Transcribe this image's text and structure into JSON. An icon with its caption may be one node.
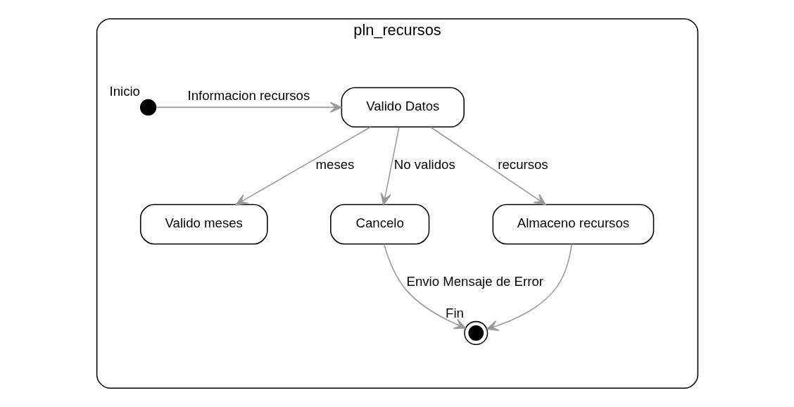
{
  "diagram": {
    "nodes": [
      {
        "text": [
          "pln_recursos"
        ]
      },
      {
        "text": [],
        "shape": "circle",
        "beside": [
          "Inicio"
        ],
        "in": 0
      },
      {
        "text": [
          "Valido Datos"
        ],
        "in": 0
      },
      {
        "text": [
          "Valido meses"
        ],
        "in": 0
      },
      {
        "text": [
          "Cancelo"
        ],
        "in": 0
      },
      {
        "text": [
          "Almaceno recursos"
        ],
        "in": 0
      },
      {
        "text": [],
        "shape": "bullseye",
        "beside": [
          "Fin"
        ],
        "in": 0
      }
    ],
    "edges": [
      {
        "from": 1,
        "to": 2,
        "arrow": "to",
        "label": "Informacion recursos"
      },
      {
        "from": 2,
        "to": 3,
        "arrow": "to",
        "label": "meses"
      },
      {
        "from": 2,
        "to": 4,
        "arrow": "to",
        "label": "No validos"
      },
      {
        "from": 2,
        "to": 5,
        "arrow": "to",
        "label": "recursos"
      },
      {
        "from": 4,
        "to": 6,
        "arrow": "to",
        "label": "Envio Mensaje de Error"
      },
      {
        "from": 5,
        "to": 6,
        "arrow": "to"
      }
    ]
  }
}
